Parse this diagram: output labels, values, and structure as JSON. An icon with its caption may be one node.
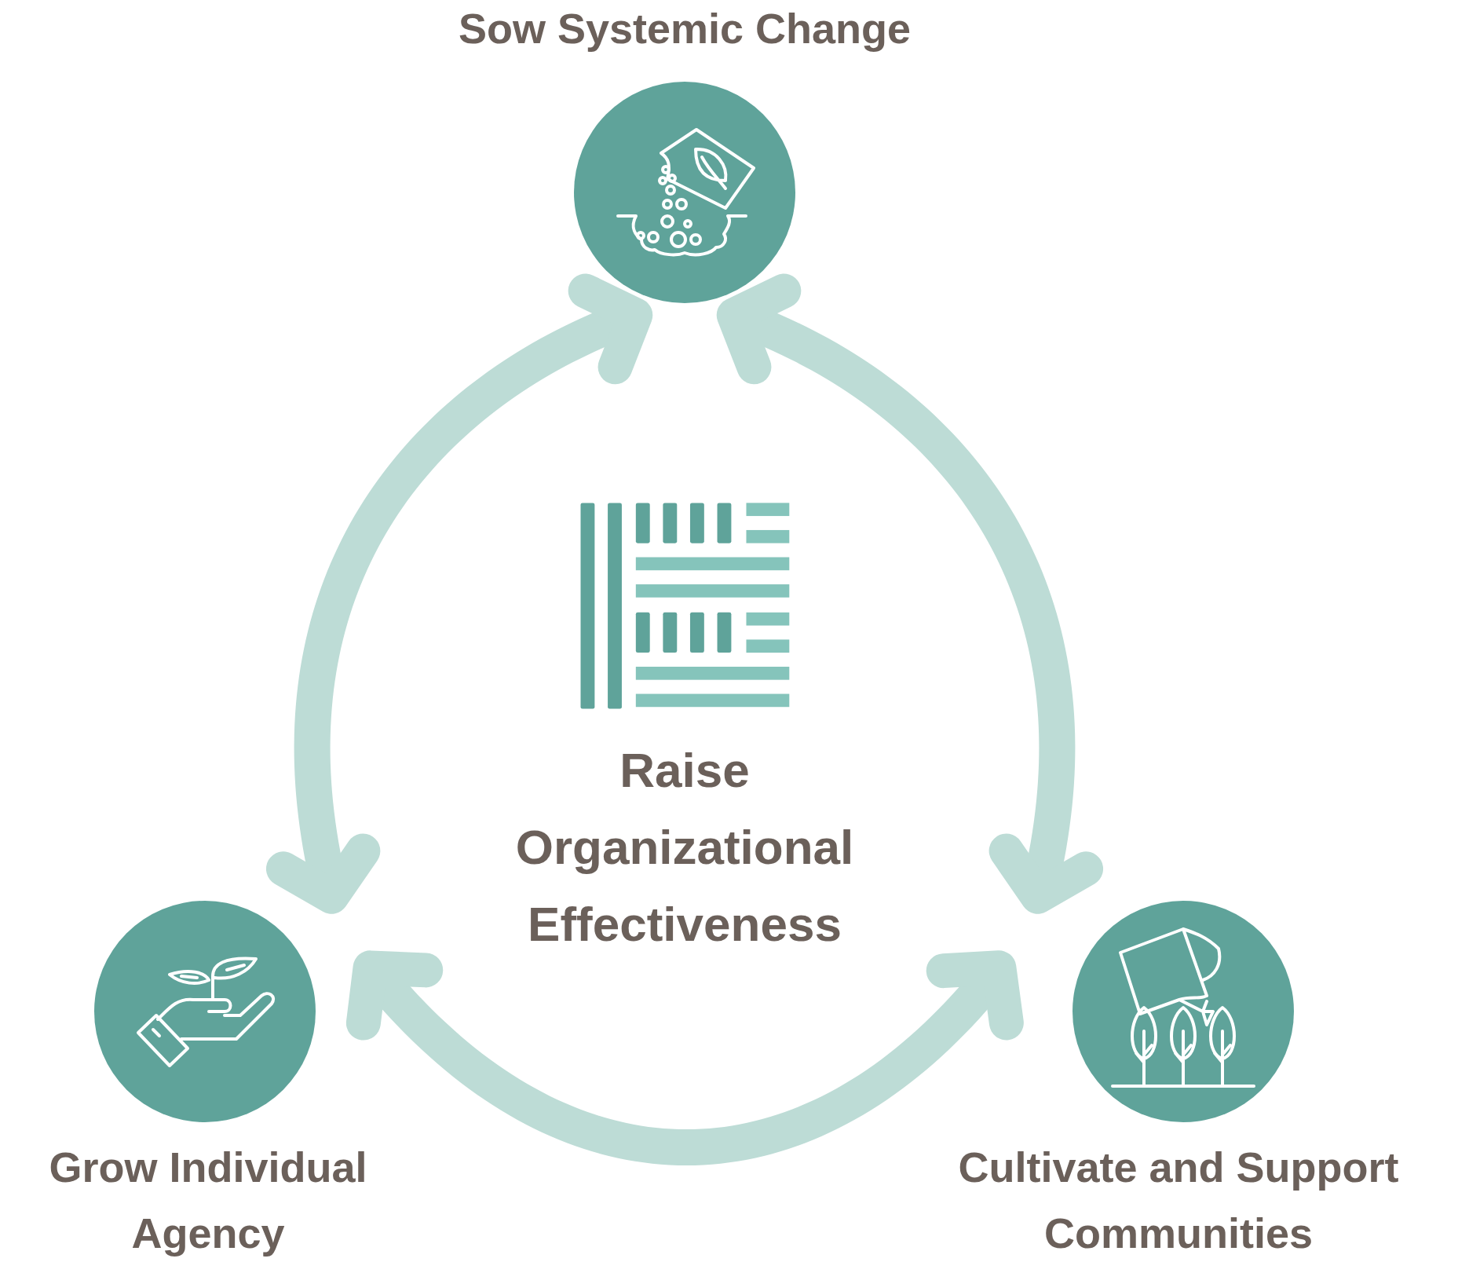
{
  "diagram": {
    "nodes": [
      {
        "text": [
          "Sow Systemic Change"
        ]
      },
      {
        "text": [
          "Grow Individual Agency"
        ]
      },
      {
        "text": [
          "Cultivate and Support Communities"
        ]
      }
    ],
    "edges": [
      {
        "from": 0,
        "to": 1,
        "arrow": "both"
      },
      {
        "from": 0,
        "to": 2,
        "arrow": "both"
      },
      {
        "from": 1,
        "to": 2,
        "arrow": "both"
      }
    ],
    "labels": [
      "Raise Organizational Effectiveness"
    ]
  }
}
